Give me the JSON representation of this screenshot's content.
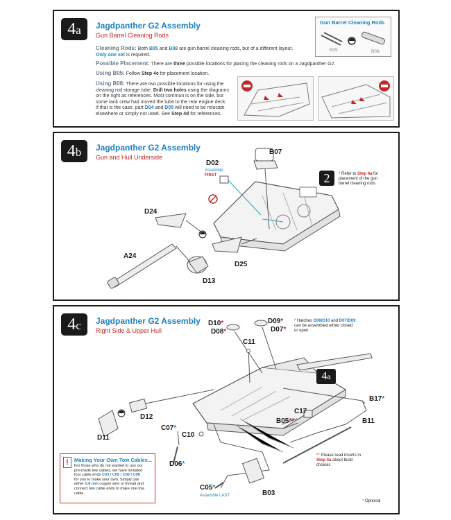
{
  "p4a": {
    "step": "4",
    "step_suffix": "a",
    "title": "Jagdpanther G2 Assembly",
    "subtitle": "Gun Barrel Cleaning Rods",
    "cleaning_label": "Cleaning Rods:",
    "cleaning_t1": "Both",
    "cleaning_b05": "B05",
    "cleaning_and": "and",
    "cleaning_b08": "B08",
    "cleaning_t2": "are gun barrel cleaning rods, but of a different layout.",
    "cleaning_only": "Only one set",
    "cleaning_t3": "is required.",
    "placement_label": "Possible Placement:",
    "placement_t1": "There are",
    "placement_three": "three",
    "placement_t2": "possible locations for placing the cleaning rods on a Jagdpanther G2.",
    "b05_label": "Using B05:",
    "b05_t1": "Follow",
    "b05_step": "Step 4c",
    "b05_t2": "for placement location.",
    "b08_label": "Using B08:",
    "b08_l1": "There are two possible locations for using the",
    "b08_l2a": "cleaning rod storage tube.",
    "b08_l2b": "Drill two holes",
    "b08_l2c": "using the diagrams",
    "b08_l3": "on the right as references.  Most common is on the side, but",
    "b08_l4": "some tank crew had moved the tube to the rear engine deck.",
    "b08_l5a": "If that is the case, part",
    "b08_d04": "D04",
    "b08_l5b": "and",
    "b08_d05": "D05",
    "b08_l5c": "will need to be relocate",
    "b08_l6a": "elsewhere or simply not used.  See",
    "b08_step": "Step 4d",
    "b08_l6b": "for references.",
    "box_title": "Gun Barrel Cleaning Rods",
    "box_b05": "B05",
    "box_b08": "B08"
  },
  "p4b": {
    "step": "4",
    "step_suffix": "b",
    "title": "Jagdpanther G2 Assembly",
    "subtitle": "Gun and Hull Underside",
    "d02": "D02",
    "assemble": "Assemble",
    "first": "FIRST",
    "b07": "B07",
    "d24": "D24",
    "a24": "A24",
    "d25": "D25",
    "d13": "D13",
    "badge": "2",
    "note_star": "*",
    "note_t1": "Refer to",
    "note_step": "Step 4a",
    "note_t2": "for",
    "note_l2": "placement of the gun",
    "note_l3": "barrel cleaning rods"
  },
  "p4c": {
    "step": "4",
    "step_suffix": "c",
    "title": "Jagdpanther G2 Assembly",
    "subtitle": "Right Side & Upper Hull",
    "d10": "D10",
    "d08": "D08",
    "d09": "D09",
    "d07": "D07",
    "hatch_star": "*",
    "hatch_t1": "Hatches",
    "hatch_p1": "D08/D10",
    "hatch_and": "and",
    "hatch_p2": "D07/D09",
    "hatch_l2": "can be assembled either closed",
    "hatch_l3": "or open.",
    "c11": "C11",
    "ref_badge": "4",
    "ref_badge_suffix": "a",
    "b17": "B17",
    "d12": "D12",
    "c17": "C17",
    "b05": "B05",
    "b11": "B11",
    "d11": "D11",
    "c07": "C07",
    "c10": "C10",
    "d06": "D06",
    "c05": "C05",
    "assemble_last": "Assemble LAST",
    "b03": "B03",
    "tow_title": "Making Your Own Tow Cables...",
    "tow_l1": "For those who do not wanted to use our",
    "tow_l2": "pre-made tow cables, we have included",
    "tow_l3a": "four cable ends",
    "tow_parts": "C03 / C05 / C06 / C08",
    "tow_l4": "for you to make your own.  Simply use",
    "tow_l5a": "either",
    "tow_mm": "0.8 mm",
    "tow_l5b": "copper wire or thread and",
    "tow_l6": "connect two cable ends to make one tow",
    "tow_l7": "cable.",
    "inserts_star": "**",
    "inserts_t1": "Please read inserts in",
    "inserts_step": "Step 4a",
    "inserts_t2": "about build",
    "inserts_l3": "choices",
    "optional": "Optional",
    "star": "*",
    "dstar": "**"
  },
  "colors": {
    "accent_blue": "#1b7fc0",
    "accent_red": "#c02a2a",
    "label_grey": "#6b7d8c"
  }
}
